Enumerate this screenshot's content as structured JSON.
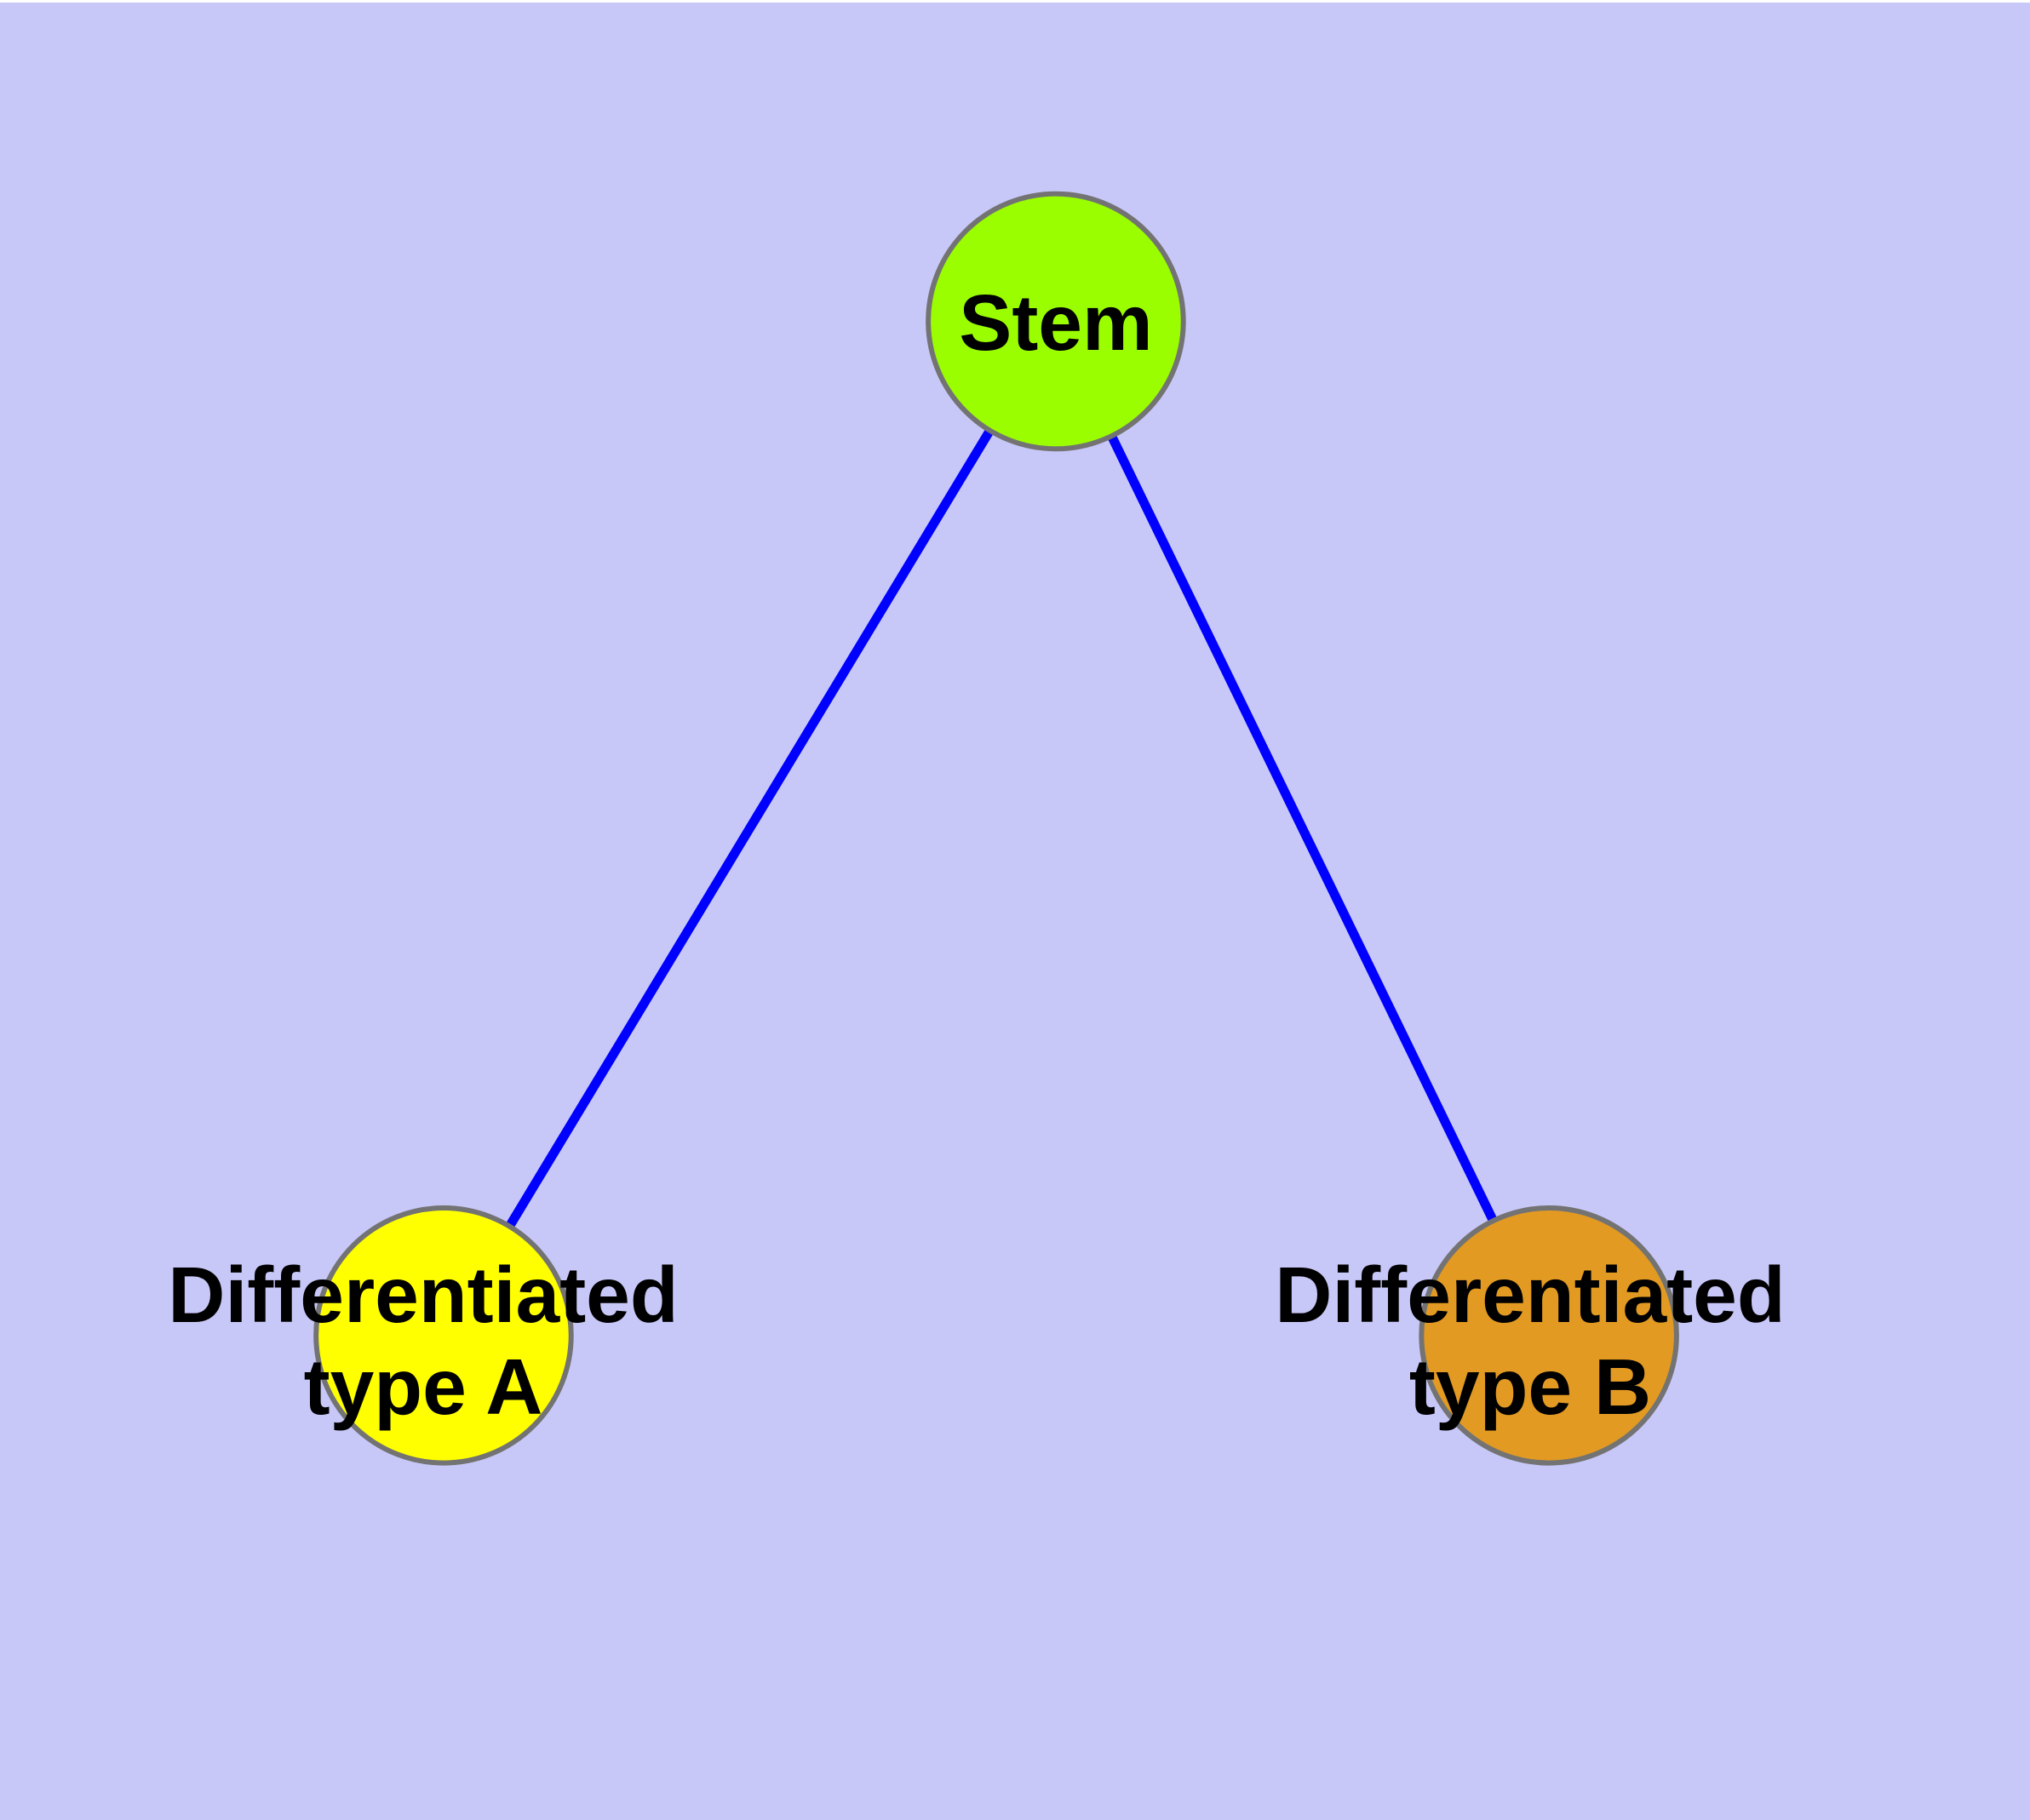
{
  "diagram": {
    "background_color": "#C8C8F8",
    "edge_color": "#0000FF",
    "node_border_color": "#737373",
    "label_color": "#000000",
    "nodes": [
      {
        "id": "stem",
        "label": "Stem",
        "color": "#9AFE00"
      },
      {
        "id": "type-a",
        "label": "Differentiated\ntype A",
        "color": "#FFFF00"
      },
      {
        "id": "type-b",
        "label": "Differentiated\ntype B",
        "color": "#E29A22"
      }
    ],
    "edges": [
      {
        "from": "stem",
        "to": "type-a"
      },
      {
        "from": "stem",
        "to": "type-b"
      }
    ]
  }
}
